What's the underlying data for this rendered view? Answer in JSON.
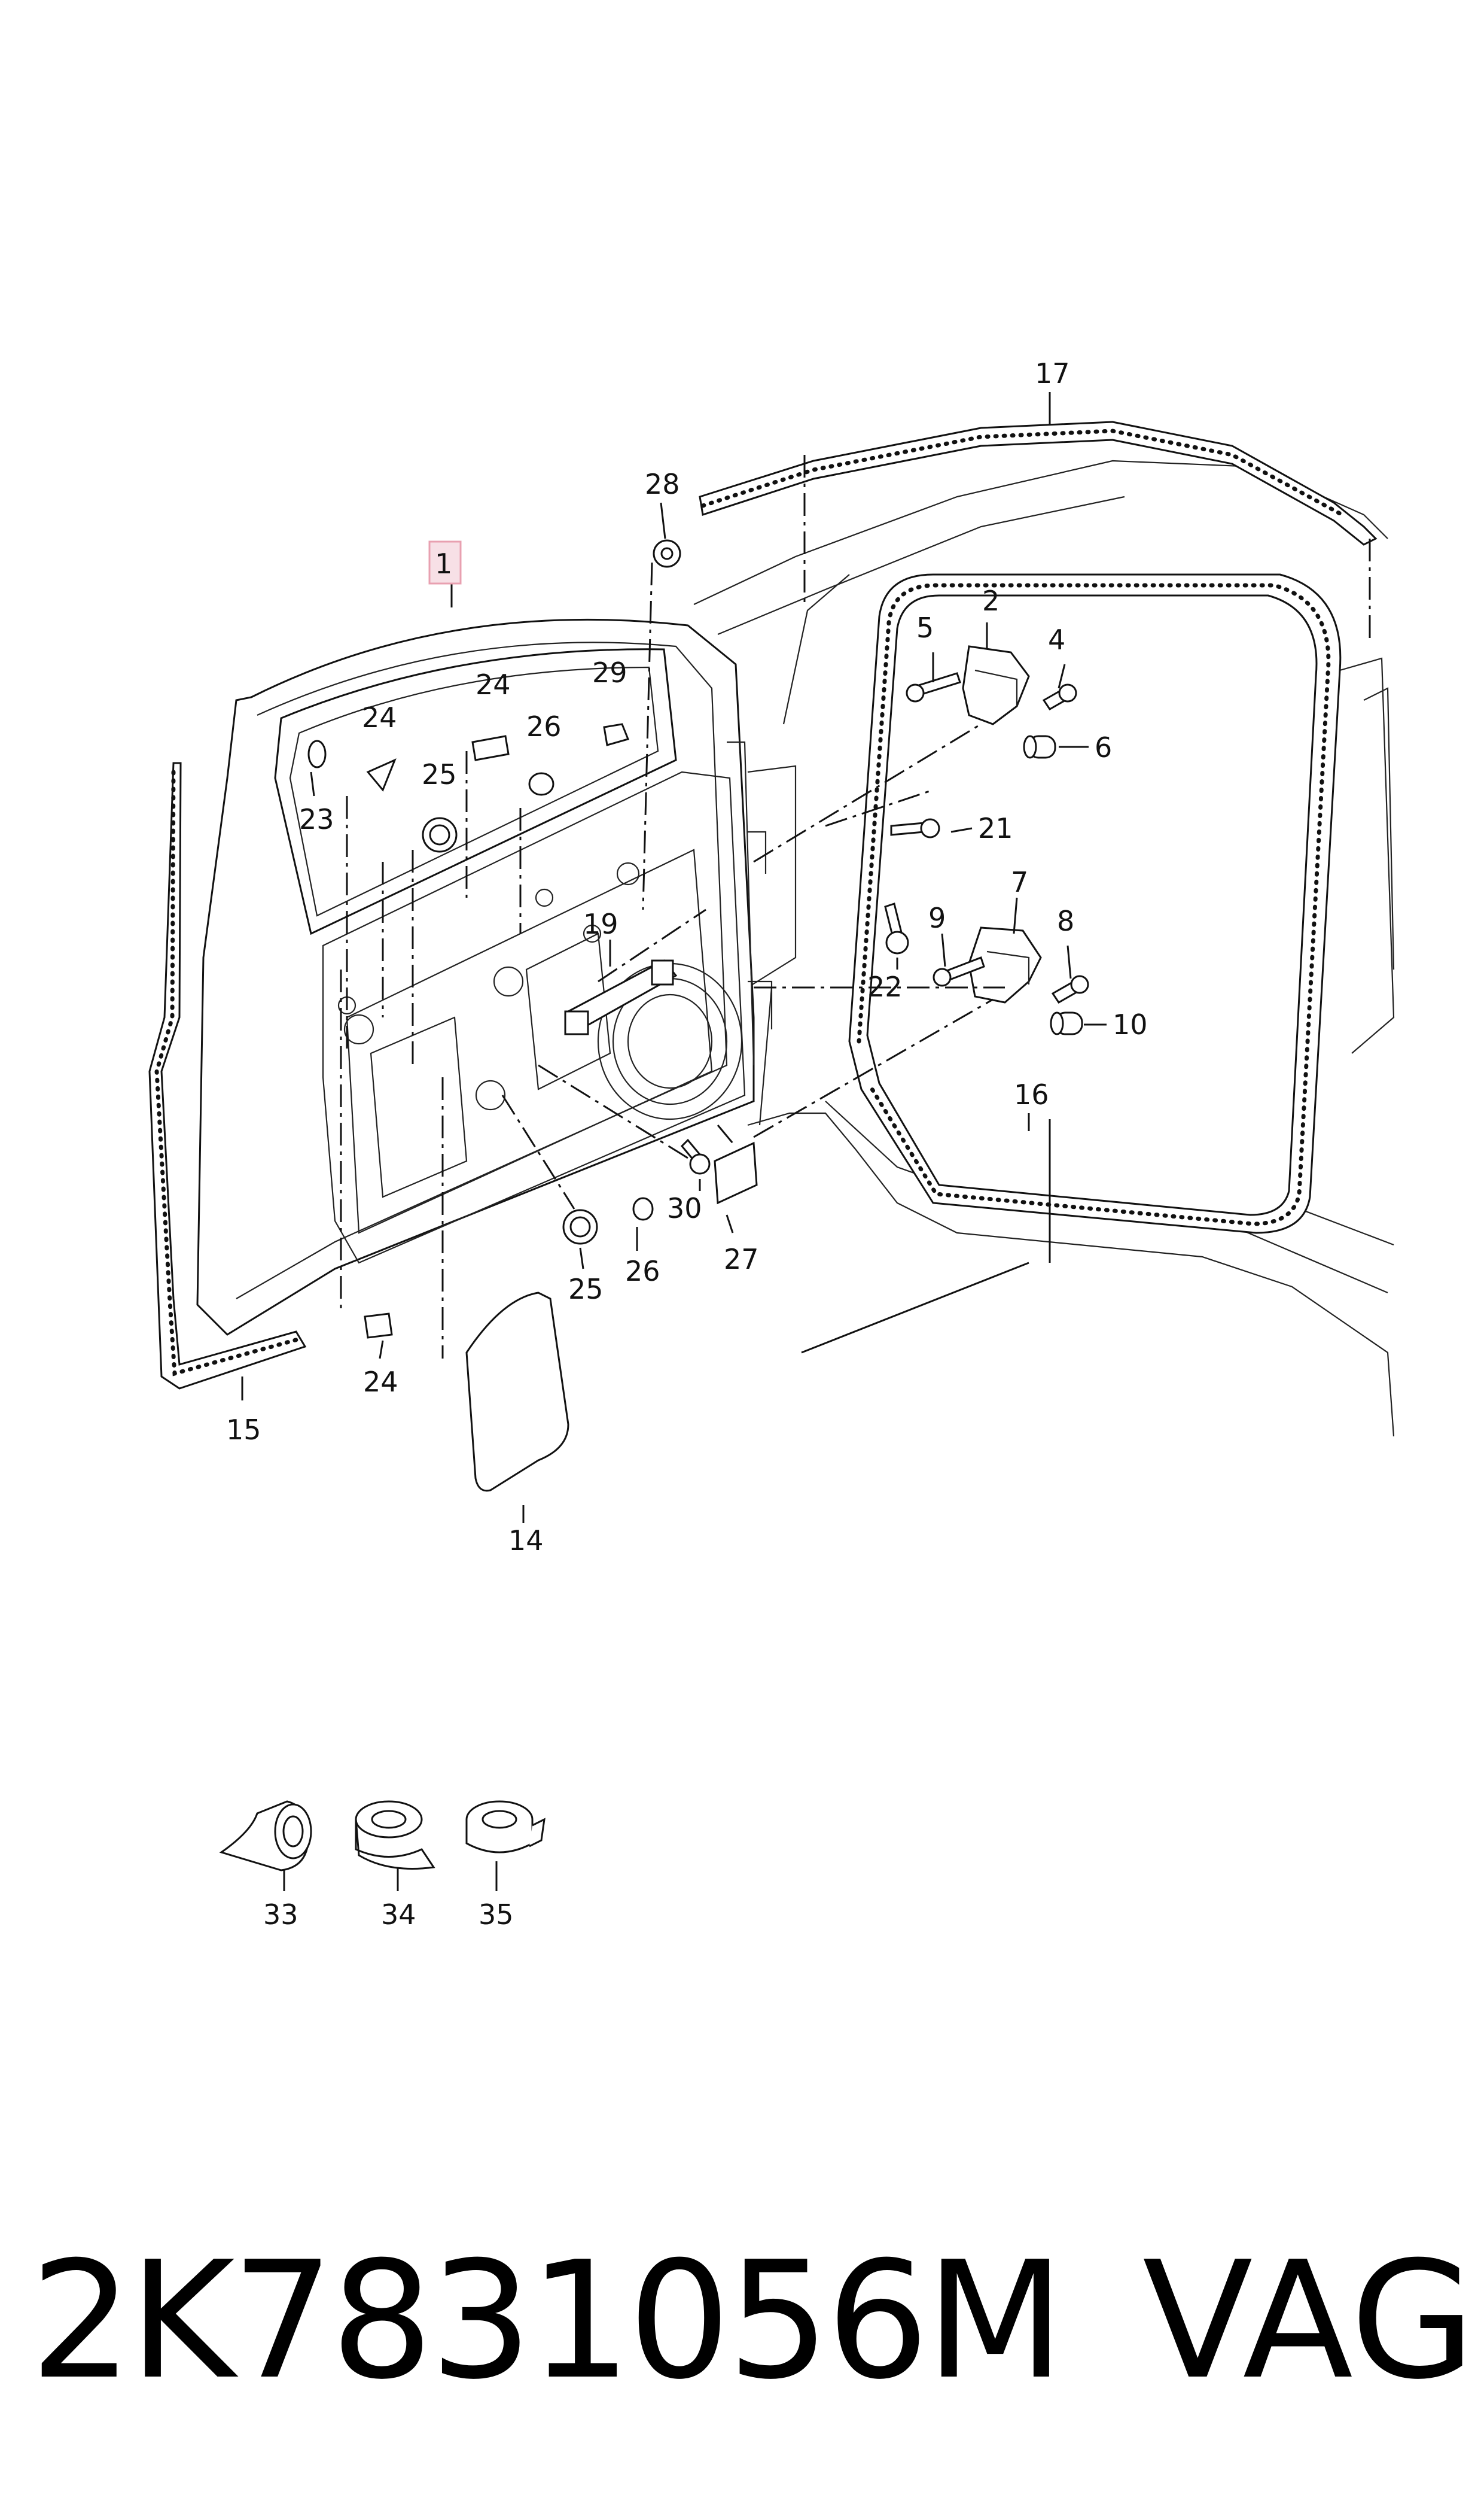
{
  "diagram": {
    "callouts": [
      "1",
      "2",
      "4",
      "5",
      "6",
      "7",
      "8",
      "9",
      "10",
      "14",
      "15",
      "16",
      "17",
      "19",
      "21",
      "22",
      "23",
      "24",
      "24",
      "24",
      "25",
      "25",
      "26",
      "26",
      "27",
      "28",
      "29",
      "30",
      "33",
      "34",
      "35"
    ]
  },
  "footer": {
    "part_number": "2K7831056M",
    "brand": "VAG"
  },
  "colors": {
    "highlight_box": "#e8a0b0",
    "line": "#111111"
  }
}
